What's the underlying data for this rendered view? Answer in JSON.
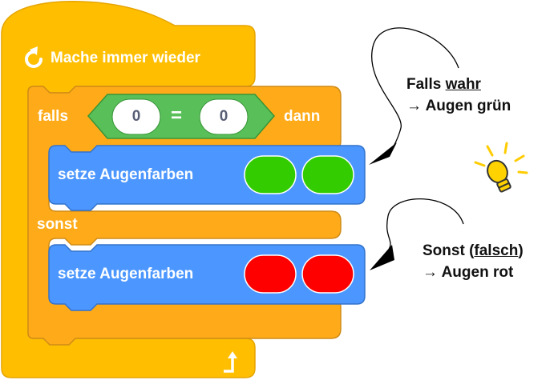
{
  "forever": {
    "label": "Mache immer wieder"
  },
  "if_else": {
    "if_label": "falls",
    "then_label": "dann",
    "else_label": "sonst"
  },
  "condition": {
    "operator": "=",
    "left_value": "0",
    "right_value": "0"
  },
  "then_block": {
    "label": "setze Augenfarben",
    "left_eye_color": "#33cc00",
    "right_eye_color": "#33cc00"
  },
  "else_block": {
    "label": "setze Augenfarben",
    "left_eye_color": "#ff0000",
    "right_eye_color": "#ff0000"
  },
  "annotation_true": {
    "word": "Falls",
    "value": "wahr",
    "result": "→ Augen grün"
  },
  "annotation_false": {
    "word": "Sonst",
    "open": "(",
    "value": "falsch",
    "close": ")",
    "result": "→ Augen rot"
  },
  "colors": {
    "control": "#ffbf00",
    "control_stroke": "#e6a400",
    "looks": "#4c97ff",
    "looks_stroke": "#3373cc",
    "operator": "#59c059",
    "operator_stroke": "#389438"
  }
}
